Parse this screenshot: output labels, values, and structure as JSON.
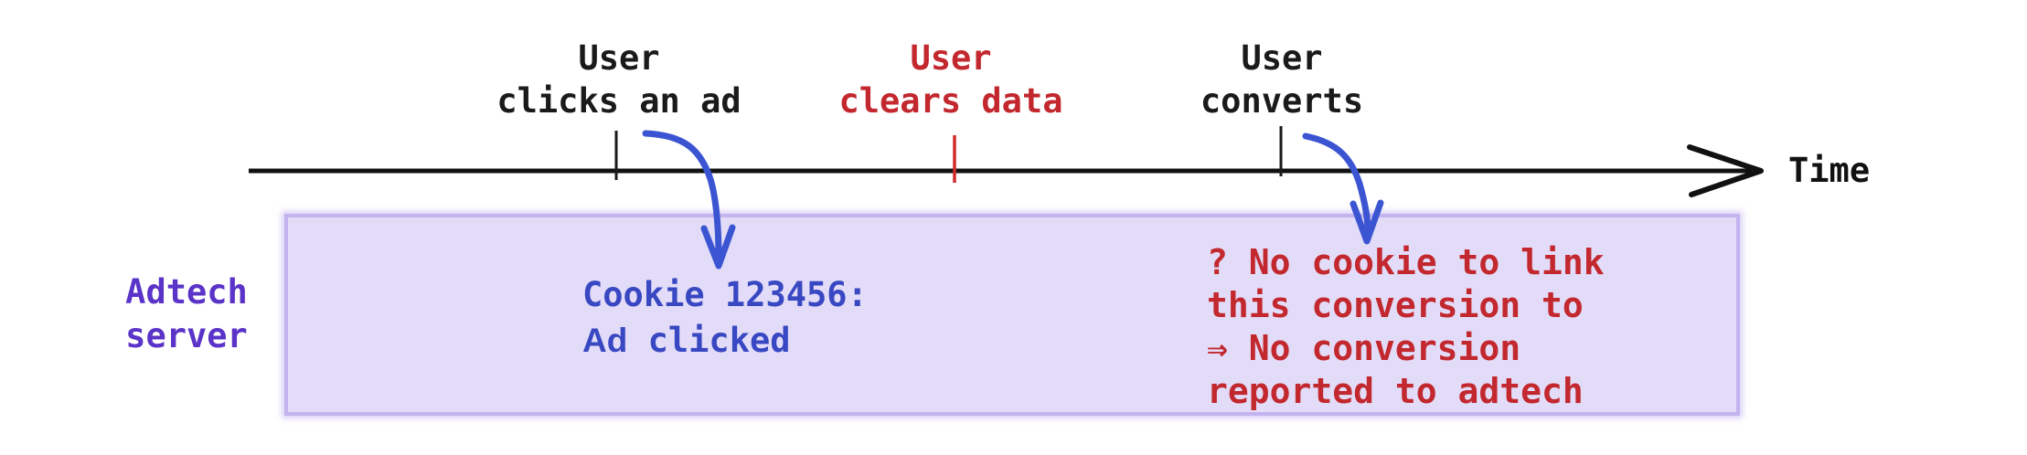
{
  "timeline": {
    "axis_label": "Time",
    "events": [
      {
        "line1": "User",
        "line2": "clicks an ad",
        "color": "#1a1a1a"
      },
      {
        "line1": "User",
        "line2": "clears data",
        "color": "#c2282e"
      },
      {
        "line1": "User",
        "line2": "converts",
        "color": "#1a1a1a"
      }
    ]
  },
  "lane": {
    "line1": "Adtech",
    "line2": "server",
    "color": "#5a33c8"
  },
  "server_box": {
    "cookie_note": {
      "line1": "Cookie 123456:",
      "line2_word1": "Ad",
      "line2_word2": "clicked",
      "color": "#3847c2"
    },
    "failure_note": {
      "lines": [
        "? No cookie to link",
        "this conversion to",
        "⇒ No conversion",
        "reported to adtech"
      ],
      "color": "#c2282e"
    }
  },
  "colors": {
    "axis_black": "#111111",
    "tick_black": "#1a1a1a",
    "tick_red": "#d32a2a",
    "arrow_blue": "#3b55d2",
    "box_fill": "#e3dcf8",
    "box_border": "#c3b3ee"
  }
}
